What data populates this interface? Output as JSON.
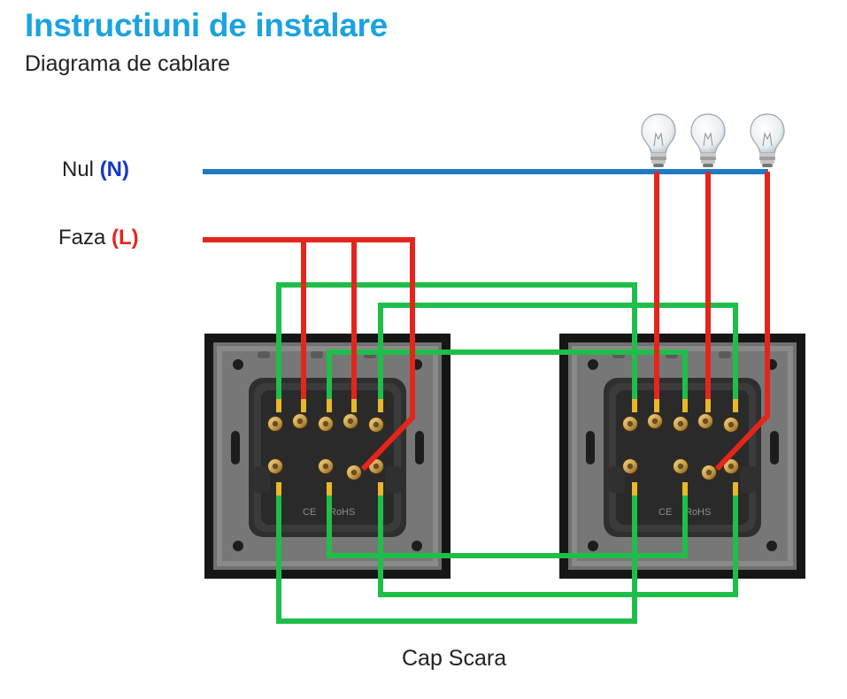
{
  "header": {
    "title": "Instructiuni de instalare",
    "subtitle": "Diagrama de cablare"
  },
  "legend": {
    "neutral": {
      "label": "Nul",
      "code": "(N)",
      "color": "#1e7bc4"
    },
    "phase": {
      "label": "Faza",
      "code": "(L)",
      "color": "#e5251b"
    }
  },
  "wiring": {
    "traveler_color": "#1fbe4a",
    "switch_count": 2,
    "bulb_count": 3,
    "switch_markings": [
      "CE",
      "RoHS"
    ]
  },
  "footer": {
    "caption": "Cap Scara"
  }
}
